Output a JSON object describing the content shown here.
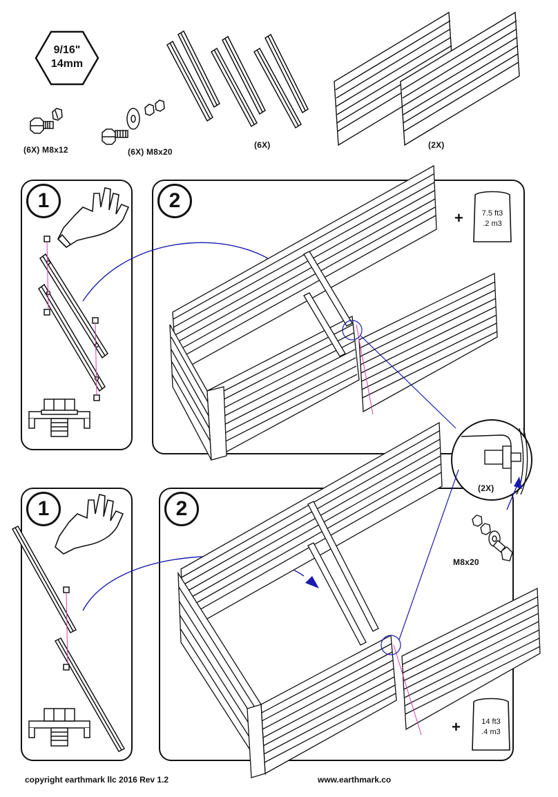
{
  "wrench": {
    "line1": "9/16\"",
    "line2": "14mm"
  },
  "parts": {
    "bolt_short": "(6X) M8x12",
    "bolt_long": "(6X) M8x20",
    "rails": "(6X)",
    "panels": "(2X)"
  },
  "steps": {
    "top_step1": "1",
    "top_step2": "2",
    "bottom_step1": "1",
    "bottom_step2": "2"
  },
  "soil": {
    "top_plus": "+",
    "top_vol1": "7.5 ft3",
    "top_vol2": ".2 m3",
    "bottom_plus": "+",
    "bottom_vol1": "14 ft3",
    "bottom_vol2": ".4 m3"
  },
  "detail": {
    "qty": "(2X)",
    "bolt": "M8x20"
  },
  "footer": {
    "copyright": "copyright earthmark llc 2016   Rev 1.2",
    "website": "www.earthmark.co"
  },
  "colors": {
    "line": "#111111",
    "arrow": "#1a1ab0",
    "guide": "#d63fb0"
  }
}
